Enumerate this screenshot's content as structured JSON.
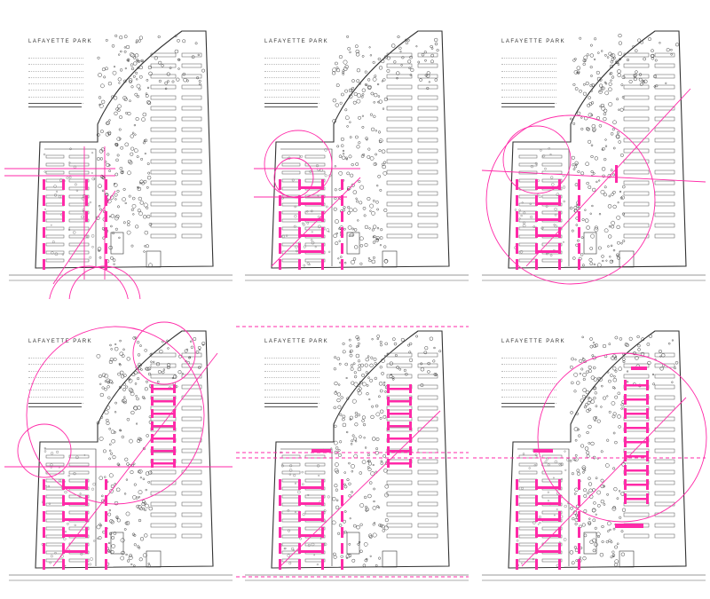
{
  "diagram": {
    "panel_title": "LAFAYETTE PARK",
    "overlay_color": "#ff2aa8",
    "line_color": "#333333",
    "panel_count": 6,
    "columns": 3,
    "rows": 2
  }
}
